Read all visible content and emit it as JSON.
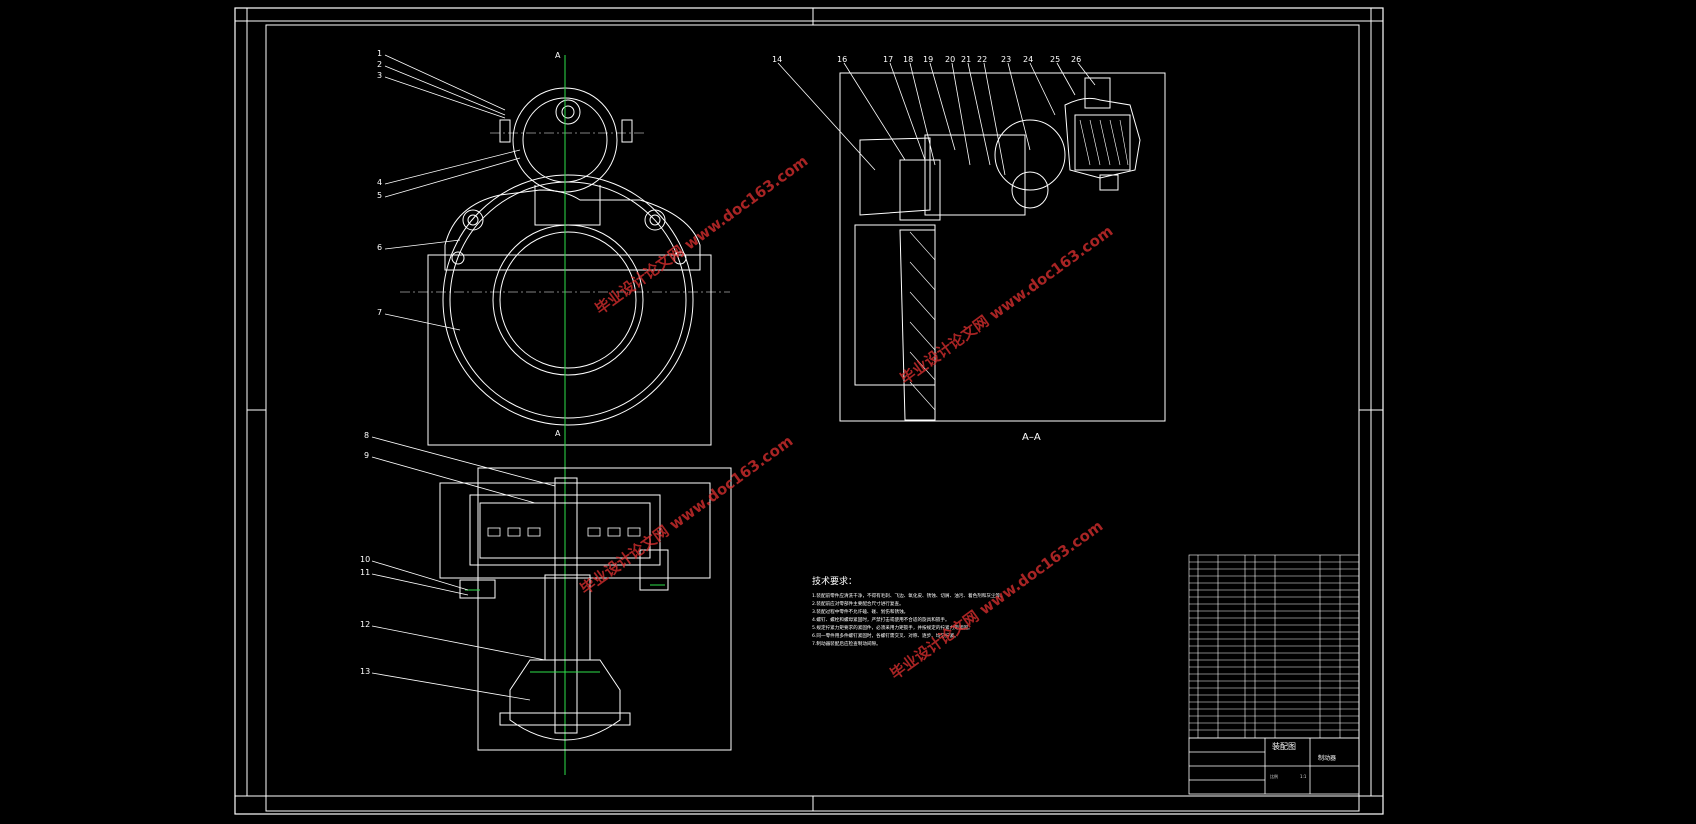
{
  "drawing": {
    "section_label": "A–A",
    "cut_marker": "A",
    "callouts_front": [
      "1",
      "2",
      "3",
      "4",
      "5",
      "6",
      "7"
    ],
    "callouts_bottom": [
      "8",
      "9",
      "10",
      "11",
      "12",
      "13"
    ],
    "callouts_section": [
      "14",
      "16",
      "17",
      "18",
      "19",
      "20",
      "21",
      "22",
      "23",
      "24",
      "25",
      "26"
    ],
    "tech_title": "技术要求：",
    "tech_lines": [
      "1.装配前零件应清洗干净，不得有毛刺、飞边、氧化皮、锈蚀、切屑、油污、着色剂和灰尘等。",
      "2.装配前应对零部件主要配合尺寸进行复查。",
      "3.装配过程中零件不允许磕、碰、划伤和锈蚀。",
      "4.螺钉、螺栓和螺母紧固时，严禁打击或使用不合适的旋具和扳手。",
      "5.规定拧紧力矩要求的紧固件，必须采用力矩扳手，并按规定的拧紧力矩紧固。",
      "6.同一零件用多件螺钉紧固时，各螺钉需交叉、对称、逐步、均匀拧紧。",
      "7.制动器装配后应检查制动间隙。"
    ],
    "title_block": {
      "name": "装配图",
      "subtitle": "制动器",
      "scale_label": "比例",
      "scale_value": "1:1"
    },
    "watermark": "毕业设计论文网 www.doc163.com"
  }
}
